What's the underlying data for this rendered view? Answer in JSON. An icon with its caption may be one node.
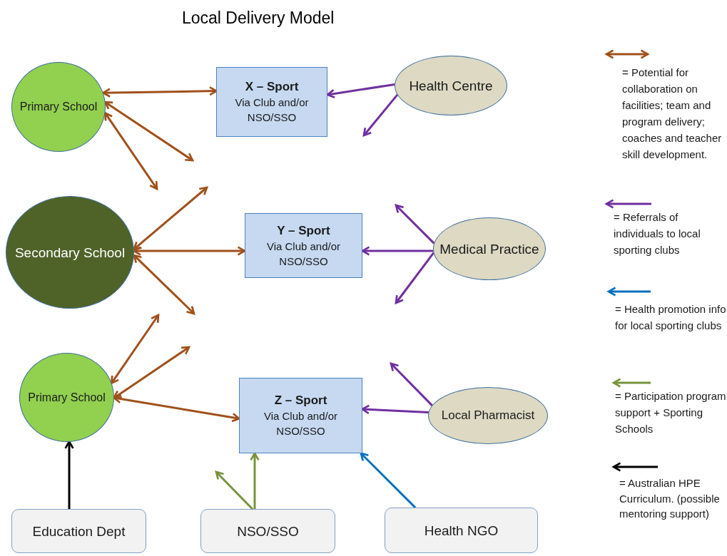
{
  "diagram": {
    "title": "Local Delivery Model",
    "nodes": [
      {
        "text": [
          "Primary School"
        ]
      },
      {
        "text": [
          "X – Sport",
          "Via Club and/or NSO/SSO"
        ]
      },
      {
        "text": [
          "Health Centre"
        ]
      },
      {
        "text": [
          "Secondary School"
        ]
      },
      {
        "text": [
          "Y – Sport",
          "Via Club and/or NSO/SSO"
        ]
      },
      {
        "text": [
          "Medical Practice"
        ]
      },
      {
        "text": [
          "Primary School"
        ]
      },
      {
        "text": [
          "Z – Sport",
          "Via Club and/or NSO/SSO"
        ]
      },
      {
        "text": [
          "Local Pharmacist"
        ]
      },
      {
        "text": [
          "Education Dept"
        ]
      },
      {
        "text": [
          "NSO/SSO"
        ]
      },
      {
        "text": [
          "Health NGO"
        ]
      }
    ],
    "edges": [
      {
        "from": 0,
        "to": 1,
        "arrow": "both"
      },
      {
        "from": 0,
        "to": null,
        "arrow": "both"
      },
      {
        "from": 0,
        "to": null,
        "arrow": "both"
      },
      {
        "from": 3,
        "to": null,
        "arrow": "both"
      },
      {
        "from": 3,
        "to": 4,
        "arrow": "both"
      },
      {
        "from": 3,
        "to": null,
        "arrow": "both"
      },
      {
        "from": 6,
        "to": null,
        "arrow": "both"
      },
      {
        "from": 6,
        "to": null,
        "arrow": "both"
      },
      {
        "from": 6,
        "to": 7,
        "arrow": "both"
      },
      {
        "from": 2,
        "to": 1,
        "arrow": "to",
        "color": "#7030a0"
      },
      {
        "from": 2,
        "to": null,
        "arrow": "to",
        "color": "#7030a0"
      },
      {
        "from": 5,
        "to": null,
        "arrow": "to",
        "color": "#7030a0"
      },
      {
        "from": 5,
        "to": 4,
        "arrow": "to",
        "color": "#7030a0"
      },
      {
        "from": 5,
        "to": null,
        "arrow": "to",
        "color": "#7030a0"
      },
      {
        "from": 8,
        "to": null,
        "arrow": "to",
        "color": "#7030a0"
      },
      {
        "from": 8,
        "to": 7,
        "arrow": "to",
        "color": "#7030a0"
      },
      {
        "from": 11,
        "to": 7,
        "arrow": "to",
        "color": "#0070c0"
      },
      {
        "from": 10,
        "to": null,
        "arrow": "to",
        "color": "#77933c"
      },
      {
        "from": 10,
        "to": 7,
        "arrow": "to",
        "color": "#77933c"
      },
      {
        "from": 9,
        "to": 6,
        "arrow": "to",
        "color": "#000000"
      }
    ],
    "legend": [
      {
        "text": "= Potential for collaboration on facilities; team and program delivery; coaches and teacher skill development."
      },
      {
        "text": "= Referrals of individuals to local sporting clubs"
      },
      {
        "text": "= Health promotion info for local sporting clubs"
      },
      {
        "text": "= Participation program support + Sporting Schools"
      },
      {
        "text": "= Australian HPE Curriculum. (possible mentoring support)"
      }
    ]
  }
}
